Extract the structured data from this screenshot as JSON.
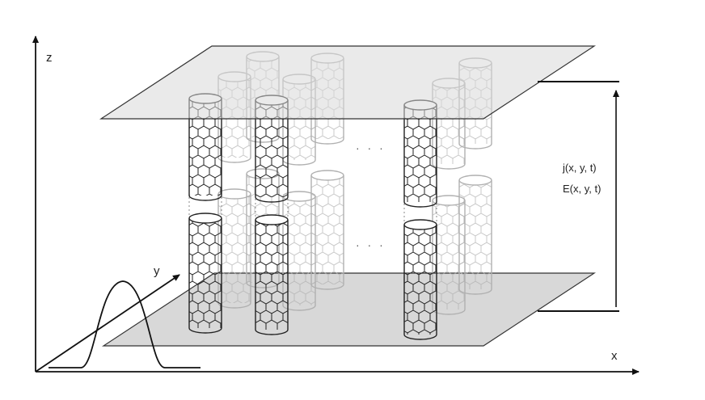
{
  "axes": {
    "x_label": "x",
    "y_label": "y",
    "z_label": "z"
  },
  "field": {
    "current_label": "j(x, y, t)",
    "efield_label": "E(x, y, t)"
  },
  "ellipsis": {
    "top": "· · ·",
    "bottom": "· · ·"
  },
  "colors": {
    "plate": "#d8d8d8",
    "tube_front": "#222222",
    "tube_back": "#b0b0b0",
    "line": "#111111"
  }
}
